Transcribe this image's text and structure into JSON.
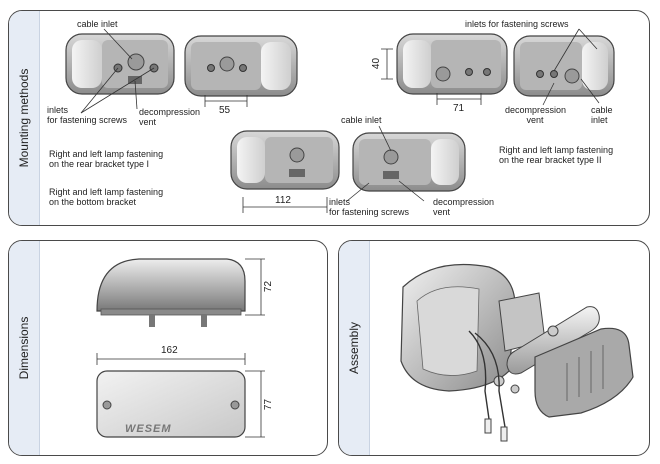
{
  "mounting": {
    "side_label": "Mounting methods",
    "cable_inlet_1": "cable inlet",
    "inlets_fastening_1_a": "inlets",
    "inlets_fastening_1_b": "for fastening screws",
    "decompression_1_a": "decompression",
    "decompression_1_b": "vent",
    "dim_55": "55",
    "rear_type1_a": "Right and left lamp fastening",
    "rear_type1_b": "on the rear bracket type I",
    "bottom_a": "Right and left lamp fastening",
    "bottom_b": "on the bottom bracket",
    "cable_inlet_2": "cable inlet",
    "dim_112": "112",
    "inlets_fastening_2_a": "inlets",
    "inlets_fastening_2_b": "for fastening screws",
    "decompression_2_a": "decompression",
    "decompression_2_b": "vent",
    "inlets_fastening_top": "inlets for fastening screws",
    "dim_40": "40",
    "dim_71": "71",
    "decompression_3_a": "decompression",
    "decompression_3_b": "vent",
    "cable_inlet_3_a": "cable",
    "cable_inlet_3_b": "inlet",
    "rear_type2_a": "Right and left lamp fastening",
    "rear_type2_b": "on the rear bracket type II"
  },
  "dimensions": {
    "side_label": "Dimensions",
    "dim_72": "72",
    "dim_162": "162",
    "dim_77": "77",
    "brand": "WESEM"
  },
  "assembly": {
    "side_label": "Assembly"
  }
}
